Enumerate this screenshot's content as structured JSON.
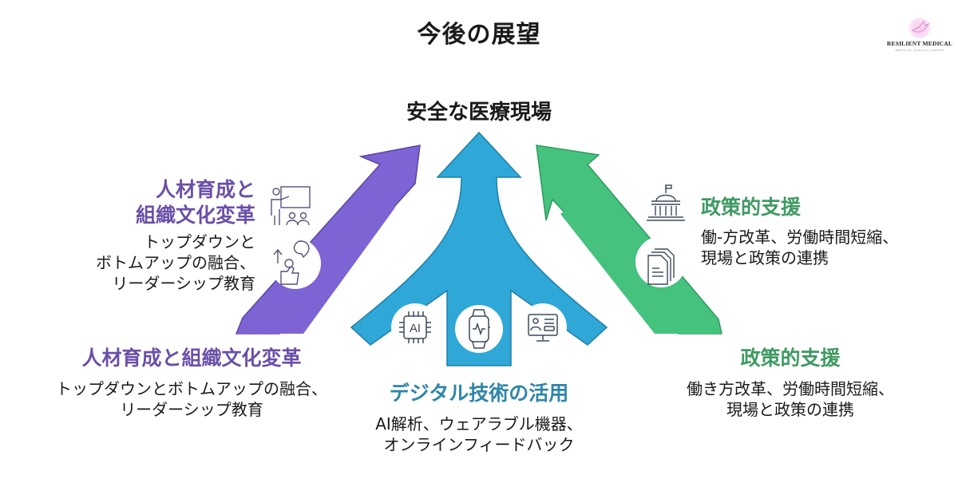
{
  "title": "今後の展望",
  "goal": "安全な医療現場",
  "logo": {
    "name": "RESILIENT MEDICAL",
    "subtitle": "MEDICAL SAFETY CENTER",
    "icon": "dove-icon"
  },
  "colors": {
    "purple_arrow": "#7e63d4",
    "blue_arrow": "#2fa8d8",
    "green_arrow": "#45c27e",
    "purple_text": "#6a4fa8",
    "blue_text": "#2f86a8",
    "green_text": "#3f9a62",
    "icon_stroke": "#3b4a5a"
  },
  "pillars": {
    "left_upper": {
      "heading_line1": "人材育成と",
      "heading_line2": "組織文化変革",
      "desc_line1": "トップダウンと",
      "desc_line2": "ボトムアップの融合、",
      "desc_line3": "リーダーシップ教育",
      "icons": [
        "teacher-presentation-icon",
        "feedback-thumbs-up-icon"
      ]
    },
    "right_upper": {
      "heading": "政策的支援",
      "desc_line1": "働-方改革、労働時間短縮、",
      "desc_line2": "現場と政策の連携",
      "icons": [
        "government-building-icon",
        "documents-icon"
      ]
    },
    "bottom_left": {
      "heading": "人材育成と組織文化変革",
      "desc_line1": "トップダウンとボトムアップの融合、",
      "desc_line2": "リーダーシップ教育"
    },
    "bottom_center": {
      "heading": "デジタル技術の活用",
      "desc_line1": "AI解析、ウェアラブル機器、",
      "desc_line2": "オンラインフィードバック",
      "icons": [
        "ai-chip-icon",
        "smartwatch-icon",
        "online-monitor-icon"
      ],
      "ai_chip_text": "AI"
    },
    "bottom_right": {
      "heading": "政策的支援",
      "desc_line1": "働き方改革、労働時間短縮、",
      "desc_line2": "現場と政策の連携"
    }
  }
}
